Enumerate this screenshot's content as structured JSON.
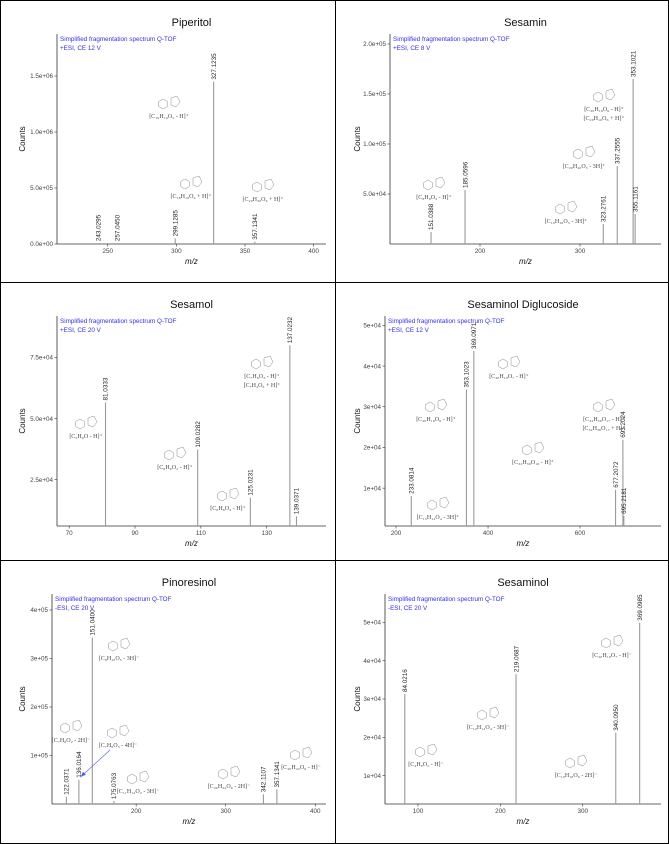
{
  "colors": {
    "peak": "#9a9a9a",
    "axis": "#333333",
    "subtitle": "#2f2fff",
    "arrow": "#4a5cff"
  },
  "chart_data": [
    {
      "type": "bar",
      "title": "Piperitol",
      "subtitle": [
        "Simplified fragmentation spectrum Q-TOF",
        "+ESI, CE 12 V"
      ],
      "xlabel": "m/z",
      "ylabel": "Counts",
      "xlim": [
        213,
        409
      ],
      "ylim": [
        0,
        1875000
      ],
      "xticks": [
        250,
        300,
        350,
        400
      ],
      "yticks": [
        {
          "v": 0,
          "label": "0.0e+00"
        },
        {
          "v": 500000,
          "label": "5.0e+05"
        },
        {
          "v": 1000000,
          "label": "1.0e+06"
        },
        {
          "v": 1500000,
          "label": "1.5e+06"
        }
      ],
      "peaks": [
        {
          "mz": "243.0295",
          "x": 243.0295,
          "y": 8000
        },
        {
          "mz": "257.0450",
          "x": 257.045,
          "y": 8000
        },
        {
          "mz": "299.1285",
          "x": 299.1285,
          "y": 50000
        },
        {
          "mz": "327.1235",
          "x": 327.1235,
          "y": 1450000
        },
        {
          "mz": "357.1341",
          "x": 357.1341,
          "y": 20000
        }
      ],
      "annotations": [
        {
          "peak": "327.1235",
          "lines": [
            "[C₁₉H₁₉O₅ - H]⁺"
          ]
        },
        {
          "peak": "299.1285",
          "lines": [
            "[C₁₈H₁₈O₄ + H]⁺"
          ]
        },
        {
          "peak": "357.1341",
          "lines": [
            "[C₂₀H₂₀O₆ + H]⁺"
          ]
        }
      ]
    },
    {
      "type": "bar",
      "title": "Sesamin",
      "subtitle": [
        "Simplified fragmentation spectrum Q-TOF",
        "+ESI, CE 8 V"
      ],
      "xlabel": "m/z",
      "ylabel": "Counts",
      "xlim": [
        110,
        381
      ],
      "ylim": [
        0,
        210000
      ],
      "xticks": [
        200,
        300
      ],
      "yticks": [
        {
          "v": 50000,
          "label": "5.0e+04"
        },
        {
          "v": 100000,
          "label": "1.0e+05"
        },
        {
          "v": 150000,
          "label": "1.5e+05"
        },
        {
          "v": 200000,
          "label": "2.0e+05"
        }
      ],
      "peaks": [
        {
          "mz": "151.0388",
          "x": 151.0388,
          "y": 12000
        },
        {
          "mz": "185.0596",
          "x": 185.0596,
          "y": 54000
        },
        {
          "mz": "323.2761",
          "x": 323.2761,
          "y": 20000
        },
        {
          "mz": "337.2555",
          "x": 337.2555,
          "y": 78000
        },
        {
          "mz": "353.1021",
          "x": 353.1021,
          "y": 165000
        },
        {
          "mz": "355.1161",
          "x": 355.1161,
          "y": 30000
        }
      ],
      "annotations": [
        {
          "peak": "151.0388",
          "lines": [
            "[C₈H₈O₃ - H]⁺"
          ]
        },
        {
          "peak": "353.1021",
          "lines": [
            "[C₂₀H₁₈O₆ - H]⁺",
            "[C₂₀H₁₆O₆ + H]⁺"
          ]
        },
        {
          "peak": "337.2555",
          "lines": [
            "[C₂₀H₂₀O₅ - 3H]⁺"
          ]
        },
        {
          "peak": "323.2761",
          "lines": [
            "[C₁₉H₁₈O₅ - 3H]⁺"
          ]
        }
      ]
    },
    {
      "type": "bar",
      "title": "Sesamol",
      "subtitle": [
        "Simplified fragmentation spectrum Q-TOF",
        "+ESI, CE 20 V"
      ],
      "xlabel": "m/z",
      "ylabel": "Counts",
      "xlim": [
        66.3,
        148
      ],
      "ylim": [
        6000,
        92000
      ],
      "xticks": [
        70,
        90,
        110,
        130
      ],
      "yticks": [
        {
          "v": 25000,
          "label": "2.5e+04"
        },
        {
          "v": 50000,
          "label": "5.0e+04"
        },
        {
          "v": 75000,
          "label": "7.5e+04"
        }
      ],
      "peaks": [
        {
          "mz": "81.0333",
          "x": 81.0333,
          "y": 56600
        },
        {
          "mz": "109.0282",
          "x": 109.0282,
          "y": 37300
        },
        {
          "mz": "125.0231",
          "x": 125.0231,
          "y": 17600
        },
        {
          "mz": "137.0232",
          "x": 137.0232,
          "y": 80000
        },
        {
          "mz": "139.0371",
          "x": 139.0371,
          "y": 10000
        }
      ],
      "annotations": [
        {
          "peak": "81.0333",
          "lines": [
            "[C₅H₆O - H]⁺"
          ]
        },
        {
          "peak": "109.0282",
          "lines": [
            "[C₆H₆O₂ - H]⁺"
          ]
        },
        {
          "peak": "125.0231",
          "lines": [
            "[C₆H₆O₃ - H]⁺"
          ]
        },
        {
          "peak": "137.0232",
          "lines": [
            "[C₇H₆O₃ - H]⁺",
            "[C₇H₄O₃ + H]⁺"
          ]
        }
      ]
    },
    {
      "type": "bar",
      "title": "Sesaminol Diglucoside",
      "subtitle": [
        "Simplified fragmentation spectrum Q-TOF",
        "+ESI, CE 12 V"
      ],
      "xlabel": "m/z",
      "ylabel": "Counts",
      "xlim": [
        176,
        776
      ],
      "ylim": [
        700,
        52300
      ],
      "xticks": [
        200,
        400,
        600
      ],
      "yticks": [
        {
          "v": 10000,
          "label": "1e+04"
        },
        {
          "v": 20000,
          "label": "2e+04"
        },
        {
          "v": 30000,
          "label": "3e+04"
        },
        {
          "v": 40000,
          "label": "4e+04"
        },
        {
          "v": 50000,
          "label": "5e+04"
        }
      ],
      "peaks": [
        {
          "mz": "233.0814",
          "x": 233.0814,
          "y": 8100
        },
        {
          "mz": "353.1023",
          "x": 353.1023,
          "y": 34200
        },
        {
          "mz": "369.0971",
          "x": 369.0971,
          "y": 43700
        },
        {
          "mz": "677.2072",
          "x": 677.2072,
          "y": 9600
        },
        {
          "mz": "693.2024",
          "x": 693.2024,
          "y": 21900
        },
        {
          "mz": "695.2181",
          "x": 695.2181,
          "y": 3200
        }
      ],
      "annotations": [
        {
          "peak": "233.0814",
          "lines": [
            "[C₁₃H₁₄O₄ - 3H]⁺"
          ]
        },
        {
          "peak": "353.1023",
          "lines": [
            "[C₂₀H₁₈O₆ - H]⁺"
          ]
        },
        {
          "peak": "369.0971",
          "lines": [
            "[C₂₀H₁₈O₇ - H]⁺"
          ]
        },
        {
          "peak": "677.2072",
          "lines": [
            "[C₃₂H₃₈O₁₆ - H]⁺"
          ]
        },
        {
          "peak": "693.2024",
          "lines": [
            "[C₃₂H₃₈O₁₇ - H]⁺",
            "[C₃₂H₃₆O₁₇ + H]⁺"
          ]
        }
      ]
    },
    {
      "type": "bar",
      "title": "Pinoresinol",
      "subtitle": [
        "Simplified fragmentation spectrum Q-TOF",
        "-ESI, CE 20 V"
      ],
      "xlabel": "m/z",
      "ylabel": "Counts",
      "xlim": [
        106,
        412
      ],
      "ylim": [
        0,
        433000
      ],
      "xticks": [
        200,
        300,
        400
      ],
      "yticks": [
        {
          "v": 100000,
          "label": "1e+05"
        },
        {
          "v": 200000,
          "label": "2e+05"
        },
        {
          "v": 300000,
          "label": "3e+05"
        },
        {
          "v": 400000,
          "label": "4e+05"
        }
      ],
      "peaks": [
        {
          "mz": "122.0371",
          "x": 122.0371,
          "y": 15000
        },
        {
          "mz": "136.0164",
          "x": 136.0164,
          "y": 50000
        },
        {
          "mz": "151.0400",
          "x": 151.04,
          "y": 343000
        },
        {
          "mz": "175.0763",
          "x": 175.0763,
          "y": 6000
        },
        {
          "mz": "342.1107",
          "x": 342.1107,
          "y": 20000
        },
        {
          "mz": "357.1341",
          "x": 357.1341,
          "y": 30000
        }
      ],
      "annotations": [
        {
          "peak": "151.0400",
          "lines": [
            "[C₈H₁₀O₃ - 3H]⁻"
          ]
        },
        {
          "peak": "122.0371",
          "lines": [
            "[C₇H₈O₂ - 2H]⁻"
          ]
        },
        {
          "peak": "136.0164",
          "lines": [
            "[C₇H₈O₃ - 4H]⁻"
          ],
          "arrow": true
        },
        {
          "peak": "175.0763",
          "lines": [
            "[C₁₁H₁₄O₂ - 3H]⁻"
          ]
        },
        {
          "peak": "342.1107",
          "lines": [
            "[C₂₀H₂₂O₆ - 2H]⁻"
          ]
        },
        {
          "peak": "357.1341",
          "lines": [
            "[C₂₀H₂₂O₆ - H]⁻"
          ]
        }
      ]
    },
    {
      "type": "bar",
      "title": "Sesaminol",
      "subtitle": [
        "Simplified fragmentation spectrum Q-TOF",
        "-ESI, CE 20 V"
      ],
      "xlabel": "m/z",
      "ylabel": "Counts",
      "xlim": [
        60,
        395
      ],
      "ylim": [
        2600,
        57400
      ],
      "xticks": [
        100,
        200,
        300
      ],
      "yticks": [
        {
          "v": 10000,
          "label": "1e+04"
        },
        {
          "v": 20000,
          "label": "2e+04"
        },
        {
          "v": 30000,
          "label": "3e+04"
        },
        {
          "v": 40000,
          "label": "4e+04"
        },
        {
          "v": 50000,
          "label": "5e+04"
        }
      ],
      "peaks": [
        {
          "mz": "84.0216",
          "x": 84.0216,
          "y": 31300
        },
        {
          "mz": "219.0687",
          "x": 219.0687,
          "y": 36500
        },
        {
          "mz": "340.0950",
          "x": 340.095,
          "y": 21200
        },
        {
          "mz": "369.0985",
          "x": 369.0985,
          "y": 49900
        }
      ],
      "annotations": [
        {
          "peak": "84.0216",
          "lines": [
            "[C₄H₆O₂ - H]⁻"
          ]
        },
        {
          "peak": "219.0687",
          "lines": [
            "[C₁₂H₁₄O₄ - 3H]⁻"
          ]
        },
        {
          "peak": "340.0950",
          "lines": [
            "[C₁₉H₁₈O₆ - 2H]⁻"
          ]
        },
        {
          "peak": "369.0985",
          "lines": [
            "[C₂₀H₁₈O₇ - H]⁻"
          ]
        }
      ]
    }
  ]
}
